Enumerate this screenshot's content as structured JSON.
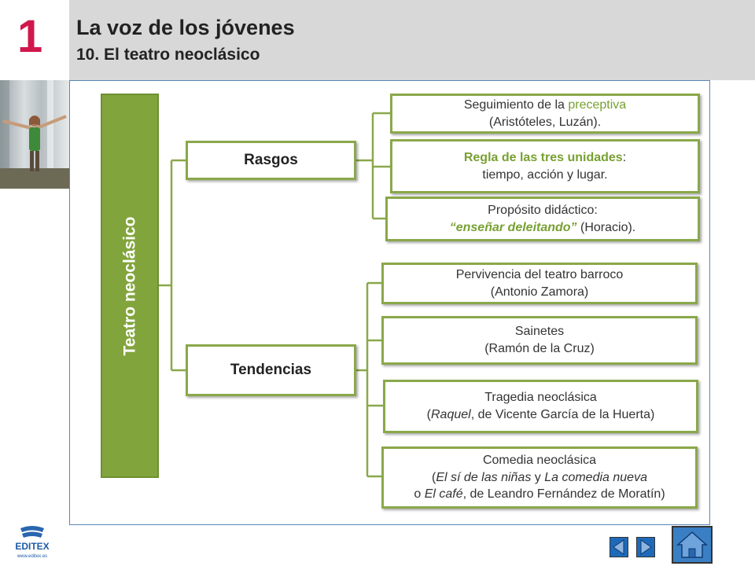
{
  "header": {
    "chapter_number": "1",
    "title": "La voz de los jóvenes",
    "subtitle": "10. El teatro neoclásico"
  },
  "diagram": {
    "root_label": "Teatro neoclásico",
    "rasgos": {
      "label": "Rasgos",
      "items": [
        {
          "line1_pre": "Seguimiento de la ",
          "line1_hl": "preceptiva",
          "line2": "(Aristóteles, Luzán)."
        },
        {
          "line1_hl": "Regla de las tres unidades",
          "line1_post": ":",
          "line2": "tiempo, acción y lugar."
        },
        {
          "line1": "Propósito didáctico:",
          "line2_hl": "“enseñar deleitando”",
          "line2_post": " (Horacio)."
        }
      ]
    },
    "tendencias": {
      "label": "Tendencias",
      "items": [
        {
          "line1": "Pervivencia del teatro barroco",
          "line2": "(Antonio Zamora)"
        },
        {
          "line1": "Sainetes",
          "line2": "(Ramón de la Cruz)"
        },
        {
          "line1": "Tragedia neoclásica",
          "line2_open": "(",
          "line2_italic": "Raquel",
          "line2_rest": ", de Vicente García de la Huerta)"
        },
        {
          "line1": "Comedia neoclásica",
          "line2_open": "(",
          "line2_italic1": "El sí de las niñas",
          "line2_mid": " y ",
          "line2_italic2": "La comedia nueva",
          "line3_pre": "o ",
          "line3_italic": "El café",
          "line3_rest": ", de Leandro Fernández de Moratín)"
        }
      ]
    }
  },
  "footer": {
    "logo_text": "EDITEX",
    "logo_url_text": "www.editex.es"
  },
  "colors": {
    "accent_red": "#d0184c",
    "green": "#82a43c",
    "nav_blue": "#1f6ab8"
  },
  "icons": {
    "prev": "triangle-left-icon",
    "next": "triangle-right-icon",
    "home": "home-icon"
  }
}
